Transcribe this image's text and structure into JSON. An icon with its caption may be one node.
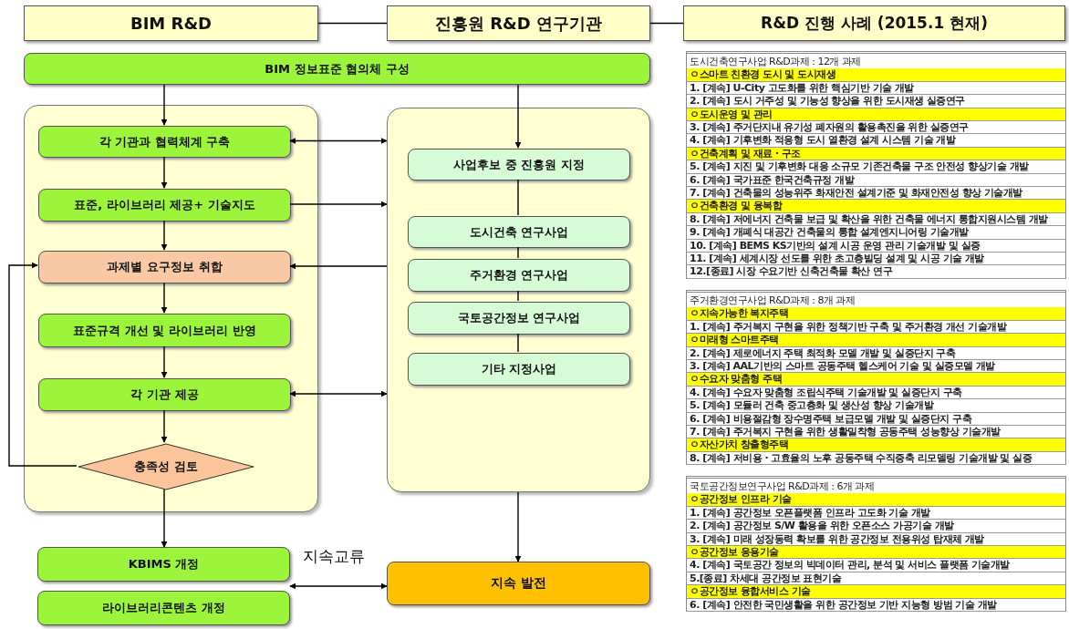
{
  "diagram": {
    "nodes": [
      {
        "text": [
          "BIM R&D"
        ]
      },
      {
        "text": [
          "진흥원 R&D 연구기관"
        ]
      },
      {
        "text": [
          "R&D 진행 사례 (2015.1 현재)"
        ]
      },
      {
        "text": [
          "BIM 정보표준 협의체 구성"
        ]
      },
      {
        "text": [],
        "shape": "box"
      },
      {
        "text": [
          "각 기관과 협력체계 구축"
        ],
        "in": 4
      },
      {
        "text": [
          "표준, 라이브러리 제공+ 기술지도"
        ],
        "in": 4
      },
      {
        "text": [
          "과제별 요구정보 취합"
        ],
        "in": 4
      },
      {
        "text": [
          "표준규격 개선 및 라이브러리 반영"
        ],
        "in": 4
      },
      {
        "text": [
          "각 기관 제공"
        ],
        "in": 4
      },
      {
        "text": [
          "충족성 검토"
        ],
        "in": 4
      },
      {
        "text": [],
        "shape": "box"
      },
      {
        "text": [
          "사업후보 중 진흥원 지정"
        ],
        "in": 11
      },
      {
        "text": [
          "도시건축 연구사업"
        ],
        "in": 11
      },
      {
        "text": [
          "주거환경 연구사업"
        ],
        "in": 11
      },
      {
        "text": [
          "국토공간정보 연구사업"
        ],
        "in": 11
      },
      {
        "text": [
          "기타 지정사업"
        ],
        "in": 11
      },
      {
        "text": [
          "KBIMS 개정"
        ]
      },
      {
        "text": [
          "라이브러리콘텐츠 개정"
        ]
      },
      {
        "text": [
          "지속 발전"
        ]
      }
    ],
    "edges": [
      {
        "from": 0,
        "to": 1,
        "arrow": "none"
      },
      {
        "from": 1,
        "to": 2,
        "arrow": "none"
      },
      {
        "from": 3,
        "to": 5,
        "arrow": "to"
      },
      {
        "from": 3,
        "to": 12,
        "arrow": "to"
      },
      {
        "from": 5,
        "to": 11,
        "arrow": "both"
      },
      {
        "from": 6,
        "to": 11,
        "arrow": "to"
      },
      {
        "from": 11,
        "to": 7,
        "arrow": "to"
      },
      {
        "from": 9,
        "to": 11,
        "arrow": "both"
      },
      {
        "from": 5,
        "to": 6,
        "arrow": "to"
      },
      {
        "from": 6,
        "to": 7,
        "arrow": "to"
      },
      {
        "from": 7,
        "to": 8,
        "arrow": "to"
      },
      {
        "from": 8,
        "to": 9,
        "arrow": "to"
      },
      {
        "from": 9,
        "to": 10,
        "arrow": "to"
      },
      {
        "from": 10,
        "to": 7,
        "arrow": "to"
      },
      {
        "from": 10,
        "to": 17,
        "arrow": "to"
      },
      {
        "from": 11,
        "to": 19,
        "arrow": "to"
      },
      {
        "from": 12,
        "to": 13,
        "arrow": "none"
      },
      {
        "from": 13,
        "to": 14,
        "arrow": "none"
      },
      {
        "from": 14,
        "to": 15,
        "arrow": "none"
      },
      {
        "from": 15,
        "to": 16,
        "arrow": "none"
      },
      {
        "from": 17,
        "to": 19,
        "arrow": "both",
        "label": "지속교류"
      }
    ],
    "labels": [
      "도시건축연구사업 R&D과제 : 12개 과제",
      "ㅇ스마트 친환경 도시 및 도시재생",
      "1. [계속] U-City 고도화를 위한 핵심기반 기술 개발",
      "2. [계속] 도시 거주성 및 기능성 향상을 위한 도시재생 실증연구",
      "ㅇ도시운영 및 관리",
      "3. [계속] 주거단지내 유기성 폐자원의 활용촉진을 위한 실증연구",
      "4. [계속] 기후변화 적응형 도시 열환경 설계 시스템 기술 개발",
      "ㅇ건축계획 및 재료 · 구조",
      "5. [계속] 지진 및 기후변화 대응 소규모 기존건축물 구조 안전성 향상기술 개발",
      "6. [계속] 국가표준 한국건축규정 개발",
      "7. [계속] 건축물의 성능위주 화재안전 설계기준 및 화재안전성 향상 기술개발",
      "ㅇ건축환경 및 융복합",
      "8. [계속] 저에너지 건축물 보급 및 확산을 위한 건축물 에너지 통합지원시스템 개발",
      "9. [계속] 개폐식 대공간 건축물의 통합 설계엔지니어링 기술개발",
      "10. [계속] BEMS KS기반의 설계 시공 운영 관리 기술개발 및 실증",
      "11. [계속] 세계시장 선도를 위한 초고층빌딩 설계 및 시공 기술 개발",
      "12.[종료] 시장 수요기반 신축건축물 확산 연구",
      "주거환경연구사업 R&D과제 : 8개 과제",
      "ㅇ지속가능한 복지주택",
      "1. [계속] 주거복지 구현을 위한 정책기반 구축 및 주거환경 개선 기술개발",
      "ㅇ미래형 스마트주택",
      "2. [계속] 제로에너지 주택 최적화 모델 개발 및 실증단지 구축",
      "3. [계속] AAL기반의 스마트 공동주택 헬스케어 기술 및 실증모델 개발",
      "ㅇ수요자 맞춤형 주택",
      "4. [계속] 수요자 맞춤형 조립식주택 기술개발 및 실증단지 구축",
      "5. [계속] 모듈러 건축 중고층화 및 생산성 향상 기술개발",
      "6. [계속] 비용절감형 장수명주택 보급모델 개발 및 실증단지 구축",
      "7. [계속] 주거복지 구현을 위한 생활밀착형 공동주택 성능향상 기술개발",
      "ㅇ자산가치 창출형주택",
      "8. [계속] 저비용 · 고효율의 노후 공동주택 수직증축 리모델링 기술개발 및 실증",
      "국토공간정보연구사업 R&D과제 : 6개 과제",
      "ㅇ공간정보 인프라 기술",
      "1. [계속] 공간정보 오픈플랫폼 인프라 고도화 기술 개발",
      "2. [계속] 공간정보 S/W 활용을 위한 오픈소스 가공기술 개발",
      "3. [계속] 미래 성장동력 확보를 위한 공간정보 전용위성 탑재체 개발",
      "ㅇ공간정보 응용기술",
      "4. [계속] 국토공간 정보의 빅데이터 관리, 분석 및 서비스 플랫폼 기술개발",
      "5.[종료] 차세대 공간정보 표현기술",
      "ㅇ공간정보 융합서비스 기술",
      "6. [계속] 안전한 국민생활을 위한 공간정보 기반 지능형 방범 기술 개발"
    ]
  }
}
